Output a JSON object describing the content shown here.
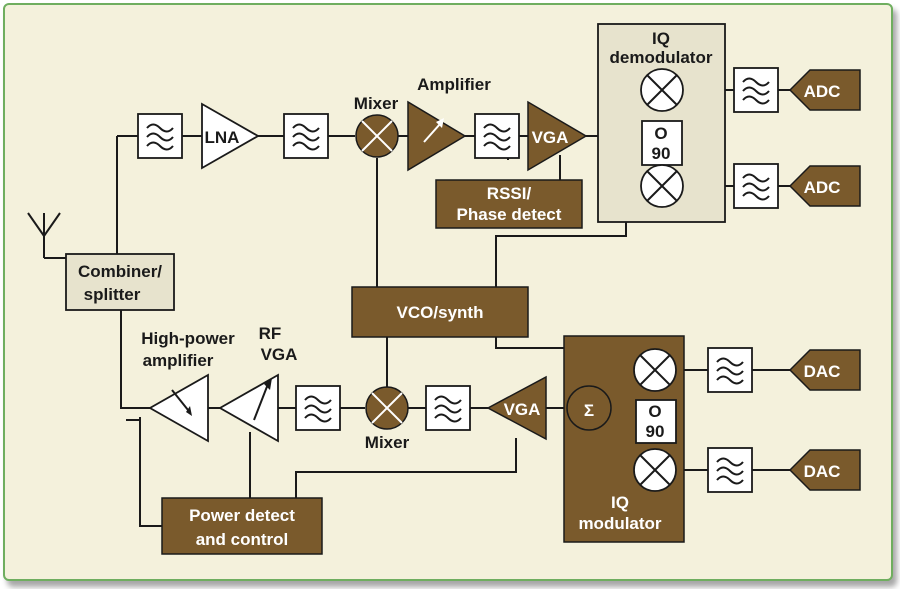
{
  "labels": {
    "lna": "LNA",
    "amplifier": "Amplifier",
    "mixer_top": "Mixer",
    "mixer_bottom": "Mixer",
    "vga_rx": "VGA",
    "vga_tx": "VGA",
    "rssi_line1": "RSSI/",
    "rssi_line2": "Phase detect",
    "iq_demod_line1": "IQ",
    "iq_demod_line2": "demodulator",
    "iq_mod_line1": "IQ",
    "iq_mod_line2": "modulator",
    "combiner_line1": "Combiner/",
    "combiner_line2": "splitter",
    "vco": "VCO/synth",
    "hpa_line1": "High-power",
    "hpa_line2": "amplifier",
    "rfvga_line1": "RF",
    "rfvga_line2": "VGA",
    "power_line1": "Power detect",
    "power_line2": "and control",
    "adc1": "ADC",
    "adc2": "ADC",
    "dac1": "DAC",
    "dac2": "DAC",
    "phase_demod_o": "O",
    "phase_demod_90": "90",
    "phase_mod_o": "O",
    "phase_mod_90": "90",
    "sigma": "Σ"
  },
  "colors": {
    "block_fill": "#7a5a2c",
    "panel_fill": "#e7e3cd",
    "background": "#f4f1dc",
    "frame_border": "#6fae5f"
  }
}
